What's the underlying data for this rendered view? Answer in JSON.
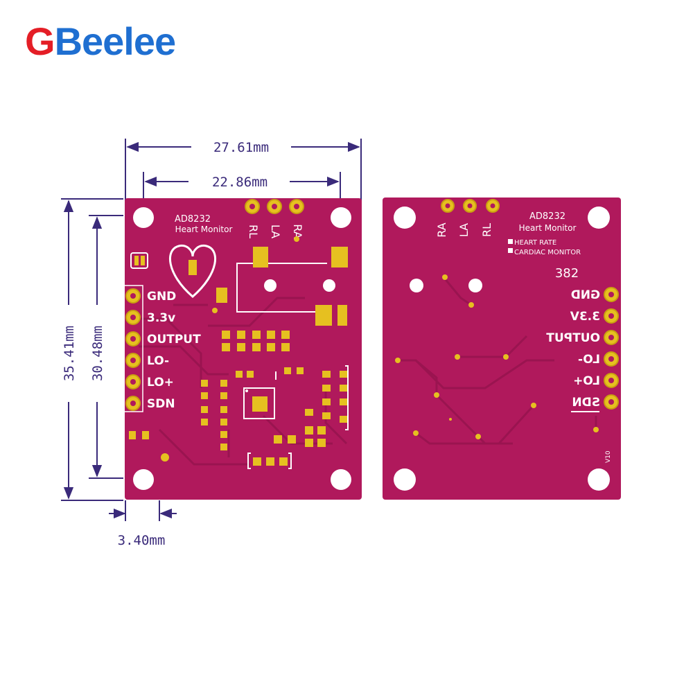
{
  "brand": {
    "g": "G",
    "rest": "Beelee"
  },
  "colors": {
    "board": "#b0195c",
    "pad": "#e6c020",
    "dimension_line": "#3a2a7a",
    "silkscreen": "#ffffff"
  },
  "dimensions": {
    "width_outer": "27.61mm",
    "width_inner": "22.86mm",
    "height_outer": "35.41mm",
    "height_inner": "30.48mm",
    "edge_offset": "3.40mm"
  },
  "front_board": {
    "chip": "AD8232",
    "subtitle": "Heart Monitor",
    "electrodes": [
      "RL",
      "LA",
      "RA"
    ],
    "pins": [
      "GND",
      "3.3v",
      "OUTPUT",
      "LO-",
      "LO+",
      "SDN"
    ]
  },
  "back_board": {
    "chip": "AD8232",
    "subtitle": "Heart Monitor",
    "features": [
      "HEART RATE",
      "CARDIAC MONITOR"
    ],
    "electrodes": [
      "RA",
      "LA",
      "RL"
    ],
    "code": "382",
    "pins": [
      "GND",
      "3.3V",
      "OUTPUT",
      "LO-",
      "LO+",
      "SDN"
    ],
    "version": "V10"
  }
}
